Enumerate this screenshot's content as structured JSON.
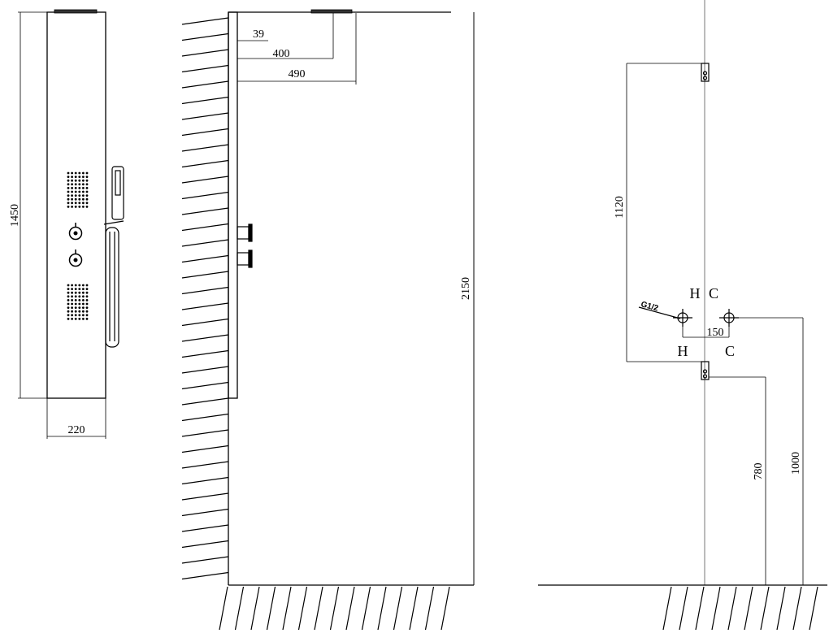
{
  "front_view": {
    "height_label": "1450",
    "width_label": "220"
  },
  "side_view": {
    "dim_39": "39",
    "dim_400": "400",
    "dim_490": "490",
    "dim_2150": "2150"
  },
  "installation_view": {
    "dim_1120": "1120",
    "dim_150": "150",
    "dim_780": "780",
    "dim_1000": "1000",
    "thread_label": "G1/2",
    "hot_label_top": "H",
    "cold_label_top": "C",
    "hot_label_bottom": "H",
    "cold_label_bottom": "C"
  }
}
